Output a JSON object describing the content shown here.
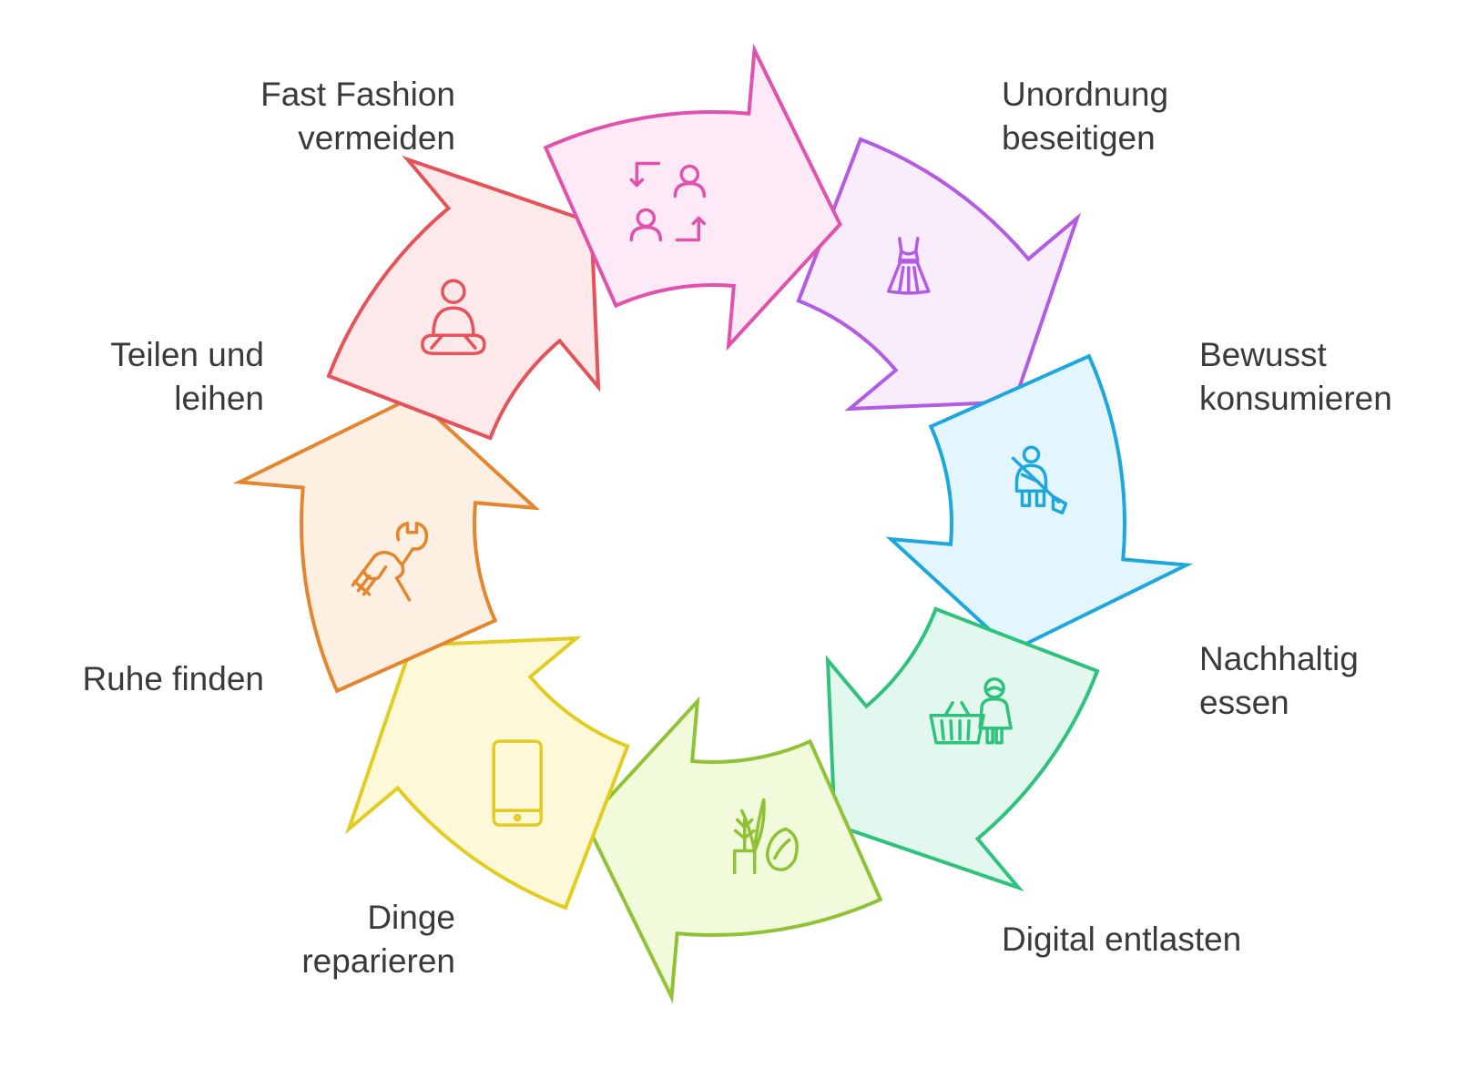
{
  "steps": [
    {
      "lines": [
        "Fast Fashion",
        "vermeiden"
      ],
      "icon": "dress-icon",
      "stroke": "#b35be2",
      "fill": "#f9ecfd",
      "align": "right"
    },
    {
      "lines": [
        "Unordnung",
        "beseitigen"
      ],
      "icon": "cleaning-person-icon",
      "stroke": "#1ea7dc",
      "fill": "#e3f6fd",
      "align": "left"
    },
    {
      "lines": [
        "Bewusst",
        "konsumieren"
      ],
      "icon": "shopper-basket-icon",
      "stroke": "#2ec27d",
      "fill": "#e2f8ee",
      "align": "left"
    },
    {
      "lines": [
        "Nachhaltig",
        "essen"
      ],
      "icon": "plants-icon",
      "stroke": "#90c236",
      "fill": "#f1fada",
      "align": "left"
    },
    {
      "lines": [
        "Digital entlasten"
      ],
      "icon": "smartphone-icon",
      "stroke": "#e3cc21",
      "fill": "#fdf8d8",
      "align": "left"
    },
    {
      "lines": [
        "Dinge",
        "reparieren"
      ],
      "icon": "wrench-hand-icon",
      "stroke": "#e3862f",
      "fill": "#fdefe2",
      "align": "right"
    },
    {
      "lines": [
        "Ruhe finden"
      ],
      "icon": "meditation-icon",
      "stroke": "#e5525a",
      "fill": "#fde9e9",
      "align": "right"
    },
    {
      "lines": [
        "Teilen und",
        "leihen"
      ],
      "icon": "share-people-icon",
      "stroke": "#e052ad",
      "fill": "#fdeaf6",
      "align": "right"
    }
  ]
}
